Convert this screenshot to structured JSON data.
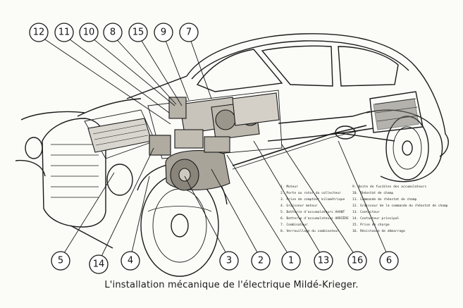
{
  "caption": "L'installation mécanique de l'électrique Mildé-Krieger.",
  "callouts": [
    {
      "id": "12",
      "label": "12"
    },
    {
      "id": "11",
      "label": "11"
    },
    {
      "id": "10",
      "label": "10"
    },
    {
      "id": "8",
      "label": "8"
    },
    {
      "id": "15",
      "label": "15"
    },
    {
      "id": "9",
      "label": "9"
    },
    {
      "id": "7",
      "label": "7"
    },
    {
      "id": "5",
      "label": "5"
    },
    {
      "id": "14",
      "label": "14"
    },
    {
      "id": "4",
      "label": "4"
    },
    {
      "id": "3",
      "label": "3"
    },
    {
      "id": "2",
      "label": "2"
    },
    {
      "id": "1",
      "label": "1"
    },
    {
      "id": "13",
      "label": "13"
    },
    {
      "id": "16",
      "label": "16"
    },
    {
      "id": "6",
      "label": "6"
    }
  ],
  "legend_left": [
    {
      "num": "1.",
      "text": "Moteur"
    },
    {
      "num": "2.",
      "text": "Porte au rotor du collecteur"
    },
    {
      "num": "3.",
      "text": "Prise de compteur kilométrique"
    },
    {
      "num": "4.",
      "text": "Graisseur moteur"
    },
    {
      "num": "5.",
      "text": "Batterie d'accumulateurs AVANT"
    },
    {
      "num": "6.",
      "text": "Batterie d'accumulateurs ARRIÈRE"
    },
    {
      "num": "7.",
      "text": "Combinateur"
    },
    {
      "num": "8.",
      "text": "Verrouillage du combinateur"
    }
  ],
  "legend_right": [
    {
      "num": "9.",
      "text": "Boite de fusibles des accumulateurs"
    },
    {
      "num": "10.",
      "text": "Rhéostat de champ"
    },
    {
      "num": "11.",
      "text": "Commande du rhéostat de champ"
    },
    {
      "num": "12.",
      "text": "Graisseur de la commande du rhéostat de champ"
    },
    {
      "num": "13.",
      "text": "Contacteur"
    },
    {
      "num": "14.",
      "text": "Contacteur principal"
    },
    {
      "num": "15.",
      "text": "Prise de charge"
    },
    {
      "num": "16.",
      "text": "Résistance de démarrage"
    }
  ]
}
